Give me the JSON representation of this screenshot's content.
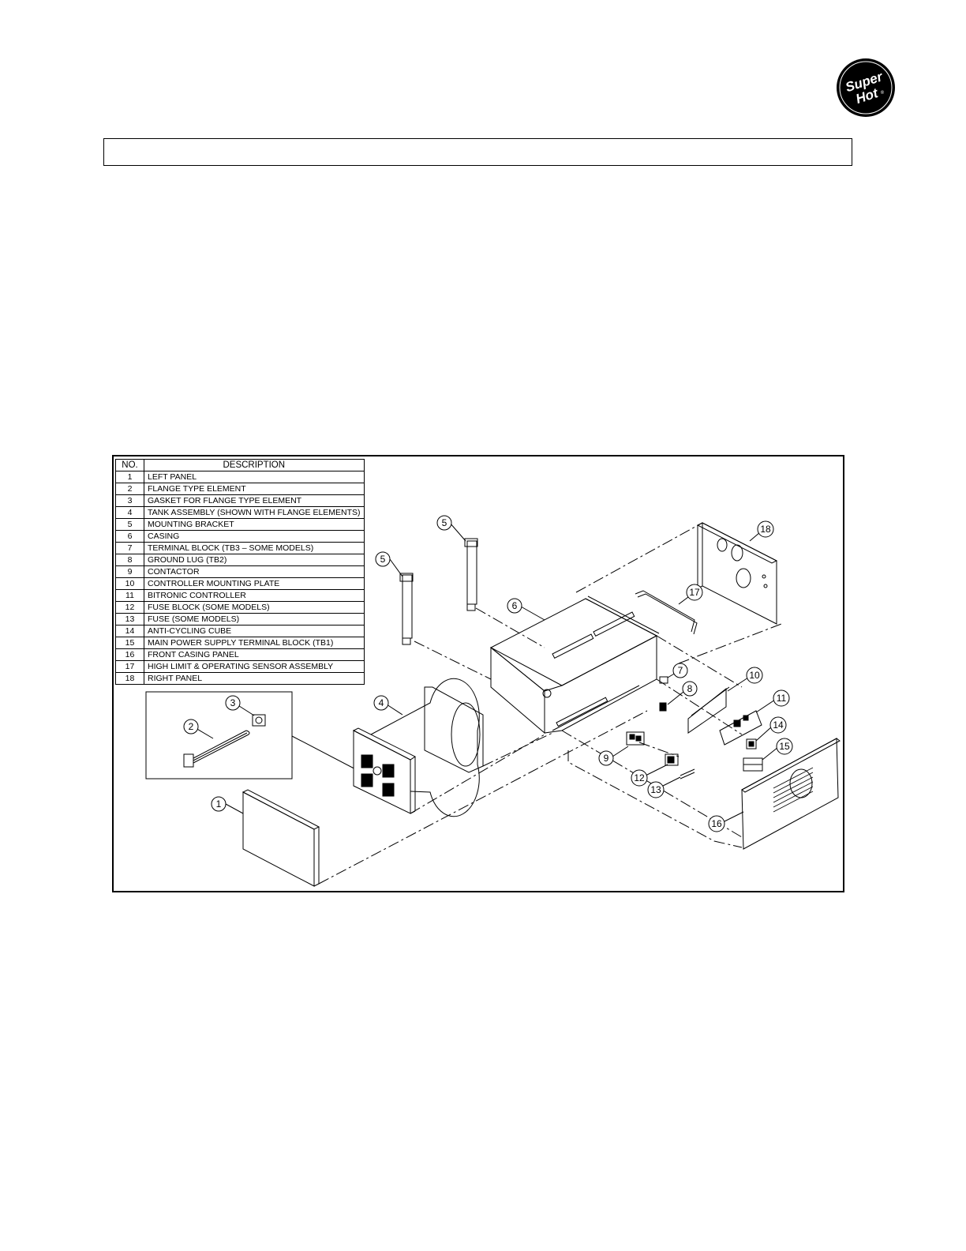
{
  "logo": {
    "line1": "Super",
    "line2": "Hot",
    "mark": "®"
  },
  "table": {
    "headers": {
      "no": "NO.",
      "description": "DESCRIPTION"
    },
    "rows": [
      {
        "no": "1",
        "description": "LEFT PANEL"
      },
      {
        "no": "2",
        "description": "FLANGE TYPE ELEMENT"
      },
      {
        "no": "3",
        "description": "GASKET FOR FLANGE TYPE ELEMENT"
      },
      {
        "no": "4",
        "description": "TANK ASSEMBLY (SHOWN WITH FLANGE ELEMENTS)"
      },
      {
        "no": "5",
        "description": "MOUNTING BRACKET"
      },
      {
        "no": "6",
        "description": "CASING"
      },
      {
        "no": "7",
        "description": "TERMINAL BLOCK (TB3 – SOME MODELS)"
      },
      {
        "no": "8",
        "description": "GROUND LUG (TB2)"
      },
      {
        "no": "9",
        "description": "CONTACTOR"
      },
      {
        "no": "10",
        "description": "CONTROLLER MOUNTING PLATE"
      },
      {
        "no": "11",
        "description": "BITRONIC CONTROLLER"
      },
      {
        "no": "12",
        "description": "FUSE BLOCK (SOME MODELS)"
      },
      {
        "no": "13",
        "description": "FUSE (SOME MODELS)"
      },
      {
        "no": "14",
        "description": "ANTI-CYCLING CUBE"
      },
      {
        "no": "15",
        "description": "MAIN POWER SUPPLY TERMINAL BLOCK (TB1)"
      },
      {
        "no": "16",
        "description": "FRONT CASING PANEL"
      },
      {
        "no": "17",
        "description": "HIGH LIMIT & OPERATING SENSOR ASSEMBLY"
      },
      {
        "no": "18",
        "description": "RIGHT PANEL"
      }
    ]
  },
  "callouts": {
    "c1": "1",
    "c2": "2",
    "c3": "3",
    "c4": "4",
    "c5a": "5",
    "c5b": "5",
    "c6": "6",
    "c7": "7",
    "c8": "8",
    "c9": "9",
    "c10": "10",
    "c11": "11",
    "c12": "12",
    "c13": "13",
    "c14": "14",
    "c15": "15",
    "c16": "16",
    "c17": "17",
    "c18": "18"
  }
}
